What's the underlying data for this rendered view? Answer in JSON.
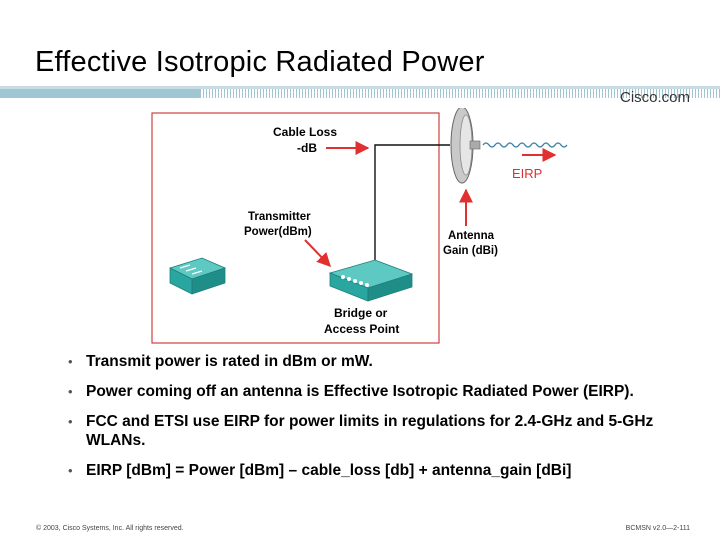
{
  "slide": {
    "title": "Effective Isotropic Radiated Power",
    "logo_text": "Cisco.com"
  },
  "diagram": {
    "cable_loss_label_1": "Cable Loss",
    "cable_loss_label_2": "-dB",
    "eirp_label": "EIRP",
    "transmitter_label_1": "Transmitter",
    "transmitter_label_2": "Power(dBm)",
    "antenna_label_1": "Antenna",
    "antenna_label_2": "Gain (dBi)",
    "bridge_label_1": "Bridge or",
    "bridge_label_2": "Access Point",
    "colors": {
      "arrow": "#e03030",
      "device": "#2aa6a0",
      "frame": "#d04040"
    }
  },
  "bullets": [
    "Transmit power is rated in dBm or mW.",
    "Power coming off an antenna is Effective Isotropic Radiated Power (EIRP).",
    "FCC and ETSI use EIRP for power limits in regulations for 2.4-GHz and 5-GHz WLANs.",
    "EIRP [dBm] = Power [dBm] – cable_loss [db] + antenna_gain [dBi]"
  ],
  "bullet_marker": "•",
  "footer": {
    "copyright": "© 2003, Cisco Systems, Inc. All rights reserved.",
    "course": "BCMSN v2.0—2-111"
  }
}
